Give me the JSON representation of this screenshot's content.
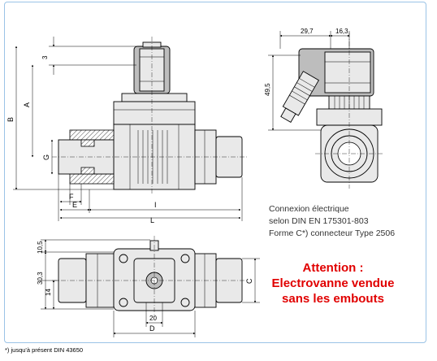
{
  "dimensions": {
    "d3": "3",
    "A": "A",
    "B": "B",
    "G": "G",
    "F": "F",
    "E": "E",
    "I": "I",
    "L": "L",
    "d29_7": "29,7",
    "d16_3": "16,3",
    "d49_5": "49,5",
    "d10_5": "10,5",
    "d30_3": "30,3",
    "d14": "14",
    "D": "D",
    "d20": "20",
    "C": "C"
  },
  "info": {
    "line1": "Connexion électrique",
    "line2": "selon DIN EN 175301-803",
    "line3": "Forme C*) connecteur Type 2506"
  },
  "attention": {
    "line1": "Attention :",
    "line2": "Electrovanne vendue",
    "line3": "sans les embouts"
  },
  "footnote": "*) jusqu'à présent DIN 43650",
  "colors": {
    "attention": "#e10000",
    "frame": "#9bc3e6"
  }
}
